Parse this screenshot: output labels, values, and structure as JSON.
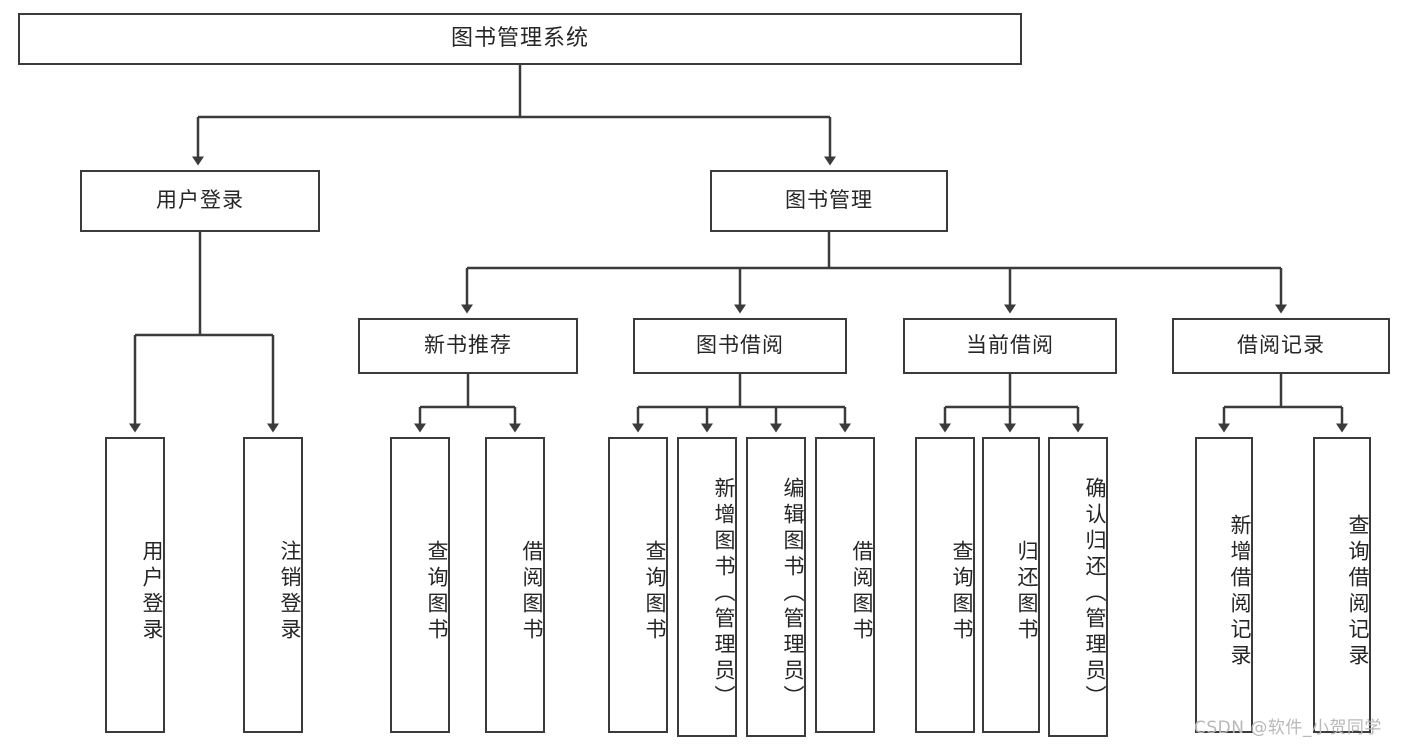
{
  "diagram": {
    "title": "图书管理系统",
    "type": "tree-hierarchy",
    "watermark": "CSDN @软件_小贺同学",
    "colors": {
      "background": "#ffffff",
      "line": "#3b3b3b",
      "box_border": "#3b3b3b",
      "box_fill": "#ffffff",
      "text": "#262626",
      "watermark": "#b8b8b8"
    },
    "root": {
      "label": "图书管理系统"
    },
    "level2": [
      {
        "label": "用户登录"
      },
      {
        "label": "图书管理"
      }
    ],
    "level3": [
      {
        "label": "新书推荐"
      },
      {
        "label": "图书借阅"
      },
      {
        "label": "当前借阅"
      },
      {
        "label": "借阅记录"
      }
    ],
    "leaves": {
      "user_login": [
        {
          "label": "用户登录"
        },
        {
          "label": "注销登录"
        }
      ],
      "new_book": [
        {
          "label": "查询图书"
        },
        {
          "label": "借阅图书"
        }
      ],
      "book_borrow": [
        {
          "label": "查询图书"
        },
        {
          "label": "新增图书（管理员）"
        },
        {
          "label": "编辑图书（管理员）"
        },
        {
          "label": "借阅图书"
        }
      ],
      "current_borrow": [
        {
          "label": "查询图书"
        },
        {
          "label": "归还图书"
        },
        {
          "label": "确认归还（管理员）"
        }
      ],
      "borrow_record": [
        {
          "label": "新增借阅记录"
        },
        {
          "label": "查询借阅记录"
        }
      ]
    }
  }
}
